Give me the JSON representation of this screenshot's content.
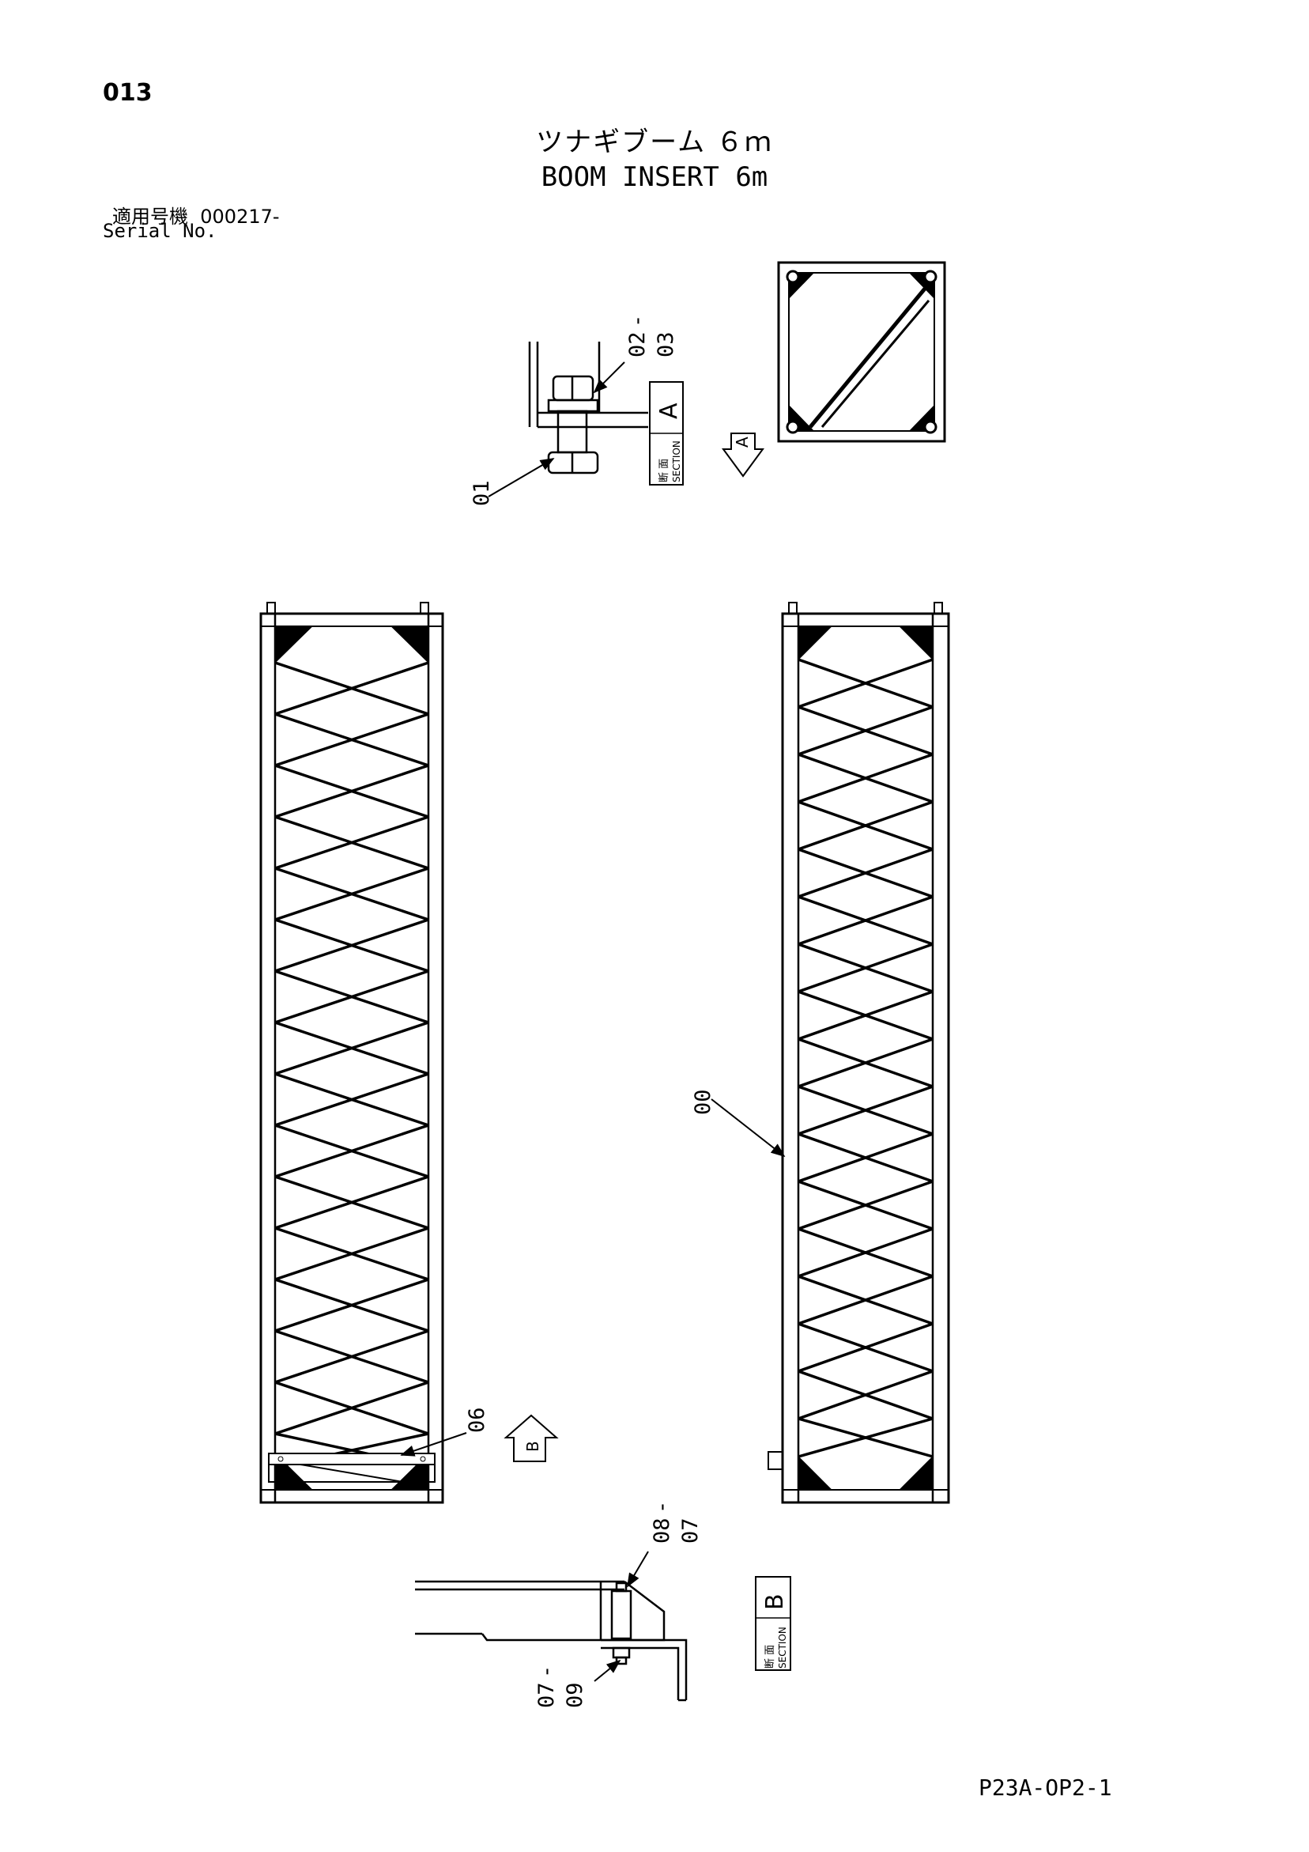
{
  "page": {
    "number": "013",
    "title_jp": "ツナギブーム ６ｍ",
    "title_en": "BOOM INSERT 6m",
    "serial_label_jp": "適用号機",
    "serial_value": "000217-",
    "serial_label_en": "Serial No.",
    "doc_code": "P23A-OP2-1"
  },
  "section_a": {
    "jp": "断 面",
    "en": "SECTION",
    "letter": "A",
    "arrow_letter": "A"
  },
  "section_b": {
    "jp": "断 面",
    "en": "SECTION",
    "letter": "B",
    "arrow_letter": "B"
  },
  "callouts": {
    "c00": "00",
    "c01": "01",
    "c02": "02",
    "c03": "03",
    "c06": "06",
    "c07a": "07",
    "c08": "08",
    "c07b": "07",
    "c09": "09",
    "sep": "-"
  }
}
